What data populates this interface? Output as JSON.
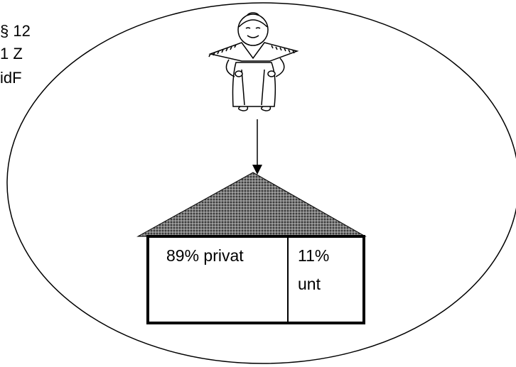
{
  "side_labels": [
    "§ 12",
    "1 Z",
    "idF"
  ],
  "house": {
    "private_share": "89% privat",
    "business_share_line1": "11%",
    "business_share_line2": "unt"
  },
  "figure": {
    "icon": "woman-figure-icon"
  }
}
